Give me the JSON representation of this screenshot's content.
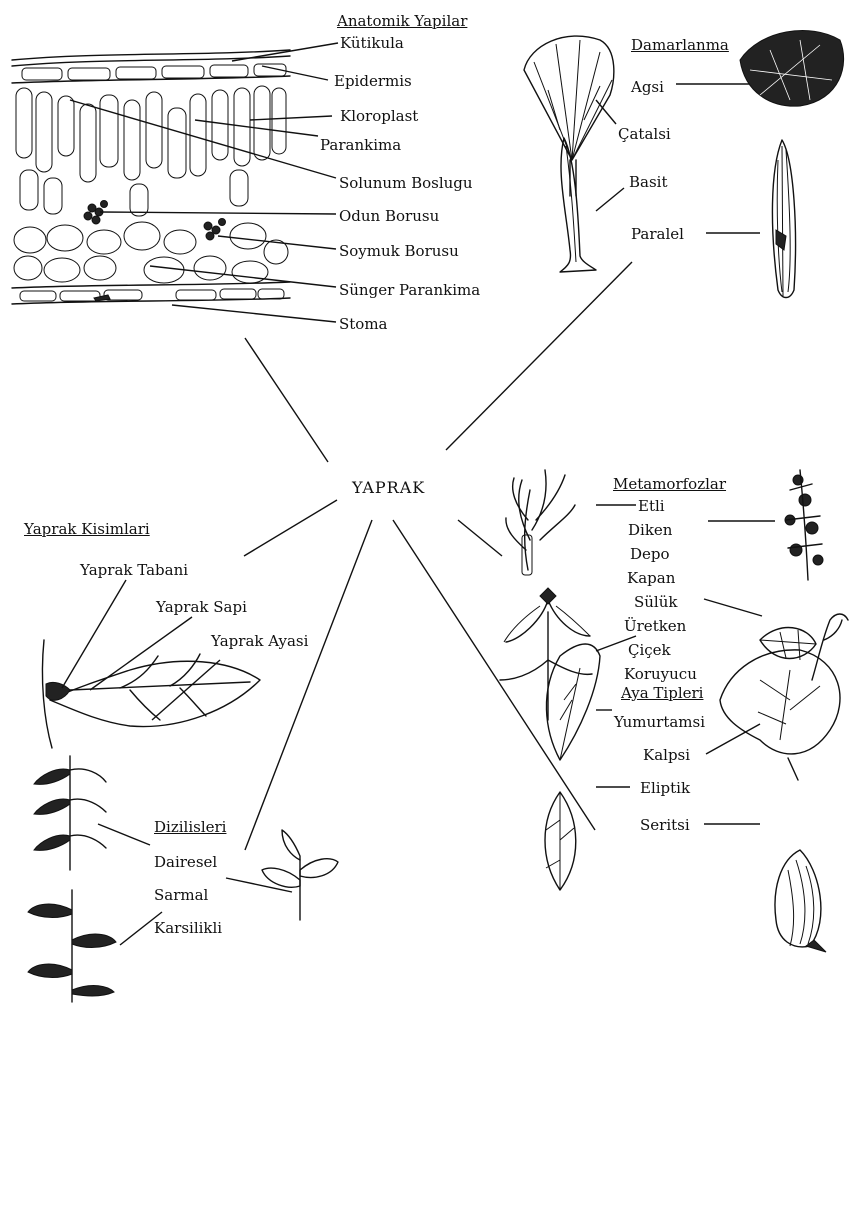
{
  "center": "YAPRAK",
  "anatomy": {
    "title": "Anatomik Yapilar",
    "labels": [
      "Kütikula",
      "Epidermis",
      "Kloroplast",
      "Parankima",
      "Solunum Boslugu",
      "Odun Borusu",
      "Soymuk Borusu",
      "Sünger Parankima",
      "Stoma"
    ]
  },
  "venation": {
    "title": "Damarlanma",
    "labels": [
      "Agsi",
      "Çatalsi",
      "Basit",
      "Paralel"
    ]
  },
  "metamorph": {
    "title": "Metamorfozlar",
    "labels": [
      "Etli",
      "Diken",
      "Depo",
      "Kapan",
      "Sülük",
      "Üretken",
      "Çiçek",
      "Koruyucu"
    ]
  },
  "parts": {
    "title": "Yaprak Kisimlari",
    "labels": [
      "Yaprak Tabani",
      "Yaprak Sapi",
      "Yaprak Ayasi"
    ]
  },
  "arrangement": {
    "title": "Dizilisleri",
    "labels": [
      "Dairesel",
      "Sarmal",
      "Karsilikli"
    ]
  },
  "blade": {
    "title": "Aya Tipleri",
    "labels": [
      "Yumurtamsi",
      "Kalpsi",
      "Eliptik",
      "Seritsi"
    ]
  }
}
